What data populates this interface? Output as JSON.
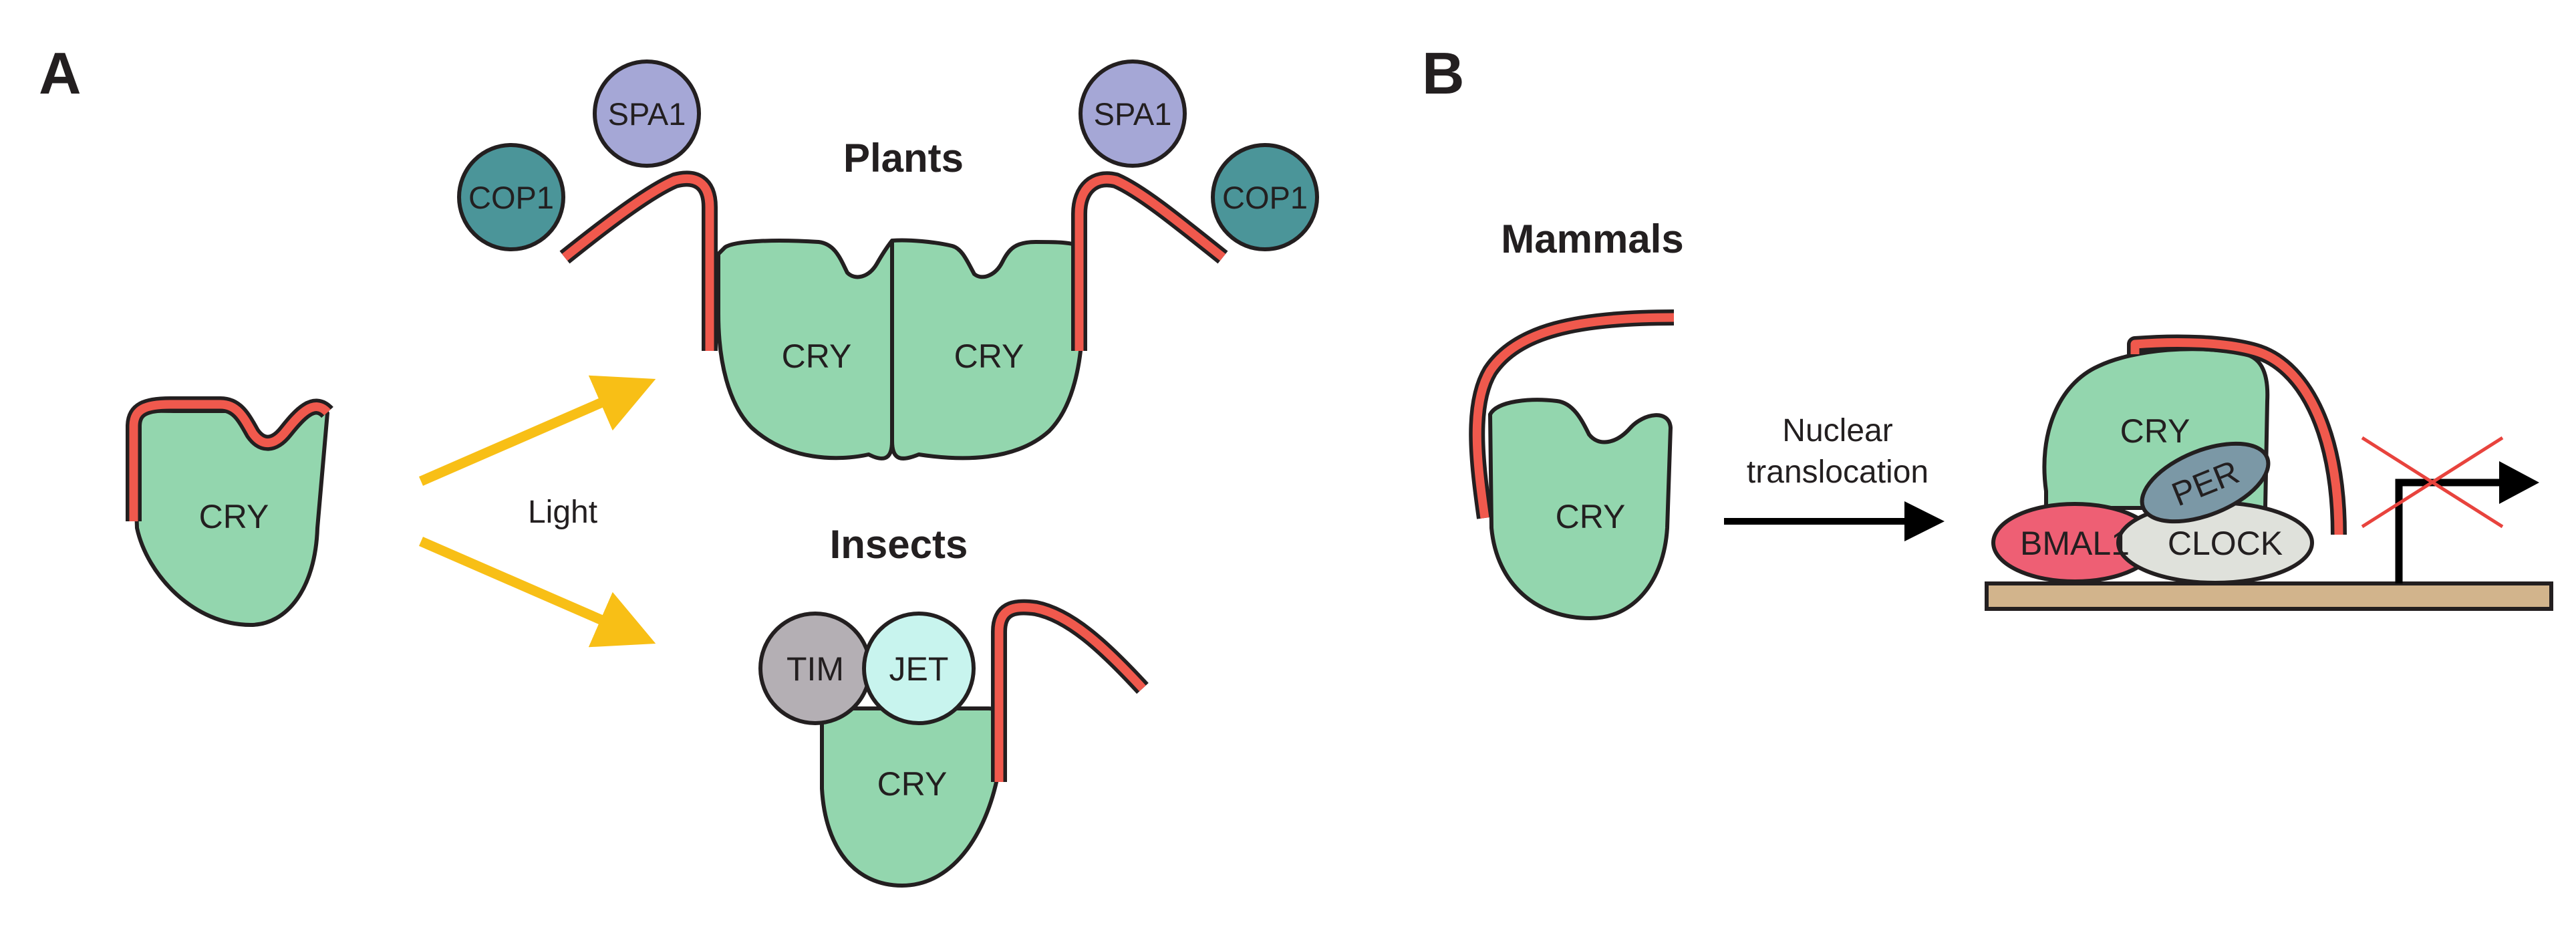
{
  "colors": {
    "cry": "#93d6ae",
    "tail": "#f0594d",
    "outline": "#231f20",
    "cop1": "#4b9599",
    "spa1": "#a5a7d6",
    "tim": "#b4afb4",
    "jet": "#c8f4ee",
    "bmal1": "#ee5f74",
    "per": "#7b98a6",
    "clock": "#dfe1db",
    "dna": "#d2b48c",
    "light_arrow": "#f8bf16",
    "cross": "#e8433d",
    "arrow": "#000000"
  },
  "panel_a": {
    "letter": "A",
    "free_cry": {
      "label": "CRY"
    },
    "light_label": "Light",
    "plants": {
      "title": "Plants",
      "left_cry": "CRY",
      "right_cry": "CRY",
      "left_cop1": "COP1",
      "left_spa1": "SPA1",
      "right_spa1": "SPA1",
      "right_cop1": "COP1"
    },
    "insects": {
      "title": "Insects",
      "tim": "TIM",
      "jet": "JET",
      "cry": "CRY"
    }
  },
  "panel_b": {
    "letter": "B",
    "mammals": {
      "title": "Mammals",
      "cry": "CRY"
    },
    "translocation_label_line1": "Nuclear",
    "translocation_label_line2": "translocation",
    "complex": {
      "cry": "CRY",
      "per": "PER",
      "bmal1": "BMAL1",
      "clock": "CLOCK"
    }
  },
  "icons": [
    "light-arrow-icon",
    "translocation-arrow-icon",
    "transcription-start-arrow-icon",
    "blocked-cross-icon"
  ]
}
